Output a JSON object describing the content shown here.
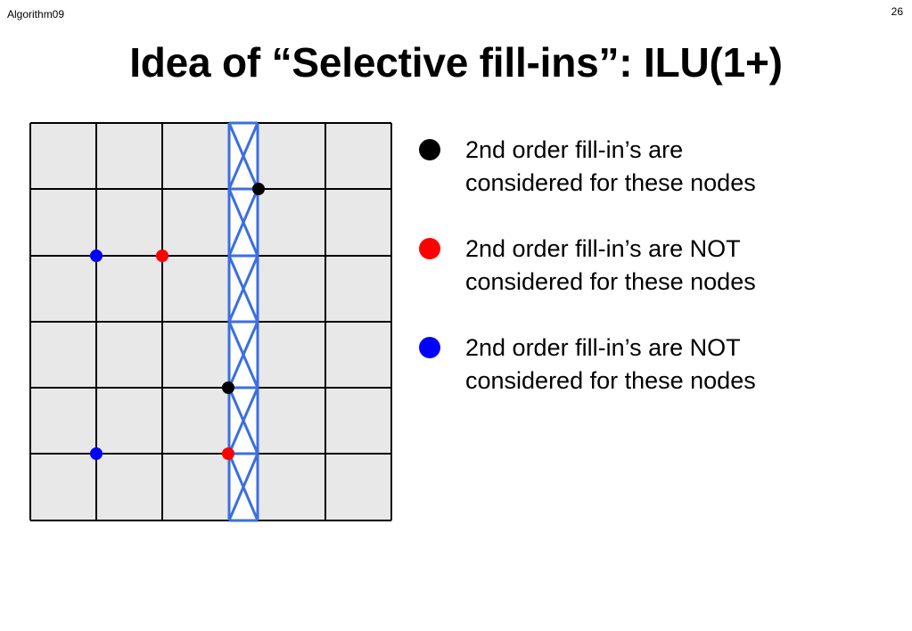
{
  "header": {
    "course": "Algorithm09",
    "page_number": "26"
  },
  "title": "Idea of “Selective fill-ins”: ILU(1+)",
  "colors": {
    "cell_fill": "#e8e8e8",
    "grid_line": "#000000",
    "band_line": "#3b6fe0",
    "black_node": "#000000",
    "red_node": "#ff0000",
    "blue_node": "#0000ff"
  },
  "legend": [
    {
      "color": "#000000",
      "line1": "2nd order fill-in’s are",
      "line2": "considered for these nodes"
    },
    {
      "color": "#ff0000",
      "line1": "2nd order fill-in’s are NOT",
      "line2": "considered for these nodes"
    },
    {
      "color": "#0000ff",
      "line1": "2nd order fill-in’s are NOT",
      "line2": "considered for these nodes"
    }
  ]
}
